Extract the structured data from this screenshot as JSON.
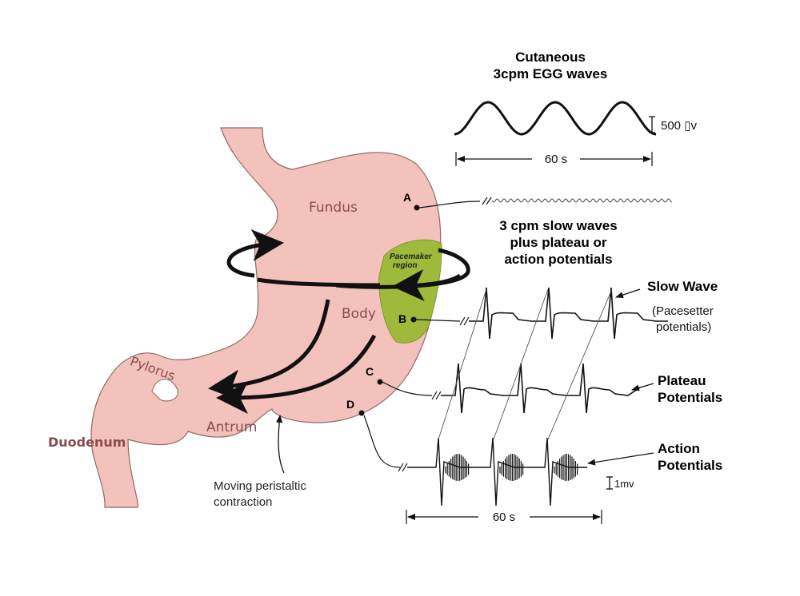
{
  "egg": {
    "title_line1": "Cutaneous",
    "title_line2": "3cpm EGG waves",
    "amplitude_label": "500 ▯v",
    "time_label": "60 s"
  },
  "stomach": {
    "fundus": "Fundus",
    "body": "Body",
    "pylorus": "Pylorus",
    "antrum": "Antrum",
    "duodenum": "Duodenum",
    "pacemaker_line1": "Pacemaker",
    "pacemaker_line2": "region",
    "peristalsis_line1": "Moving peristaltic",
    "peristalsis_line2": "contraction"
  },
  "points": {
    "a": "A",
    "b": "B",
    "c": "C",
    "d": "D"
  },
  "slow_wave_desc": {
    "line1": "3 cpm slow waves",
    "line2": "plus plateau or",
    "line3": "action potentials"
  },
  "traces": {
    "slow_wave_title": "Slow Wave",
    "slow_wave_sub1": "(Pacesetter",
    "slow_wave_sub2": "potentials)",
    "plateau_line1": "Plateau",
    "plateau_line2": "Potentials",
    "action_line1": "Action",
    "action_line2": "Potentials",
    "mv_label": "1mv",
    "time_label": "60 s"
  },
  "colors": {
    "stomach_fill": "#f4c2bc",
    "stomach_stroke": "#8c6a66",
    "pacemaker_fill": "#9fba3a",
    "label_color": "#8a4a4e"
  }
}
